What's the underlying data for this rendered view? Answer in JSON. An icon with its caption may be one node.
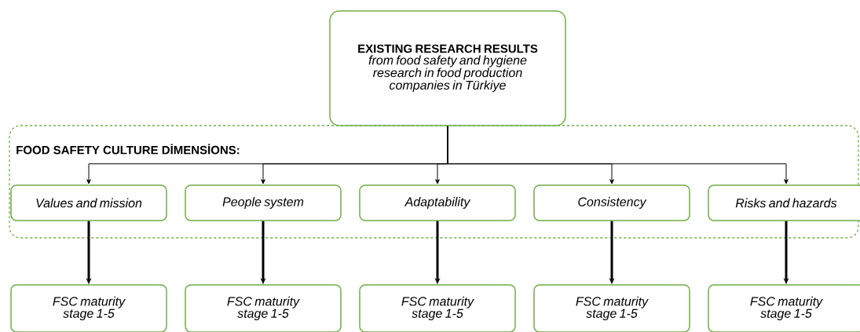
{
  "diagram": {
    "nodes": [
      {
        "text": [
          "EXISTING RESEARCH RESULTS",
          "from food safety and hygiene research in food production companies in Türkiye"
        ]
      },
      {
        "text": [
          "FOOD SAFETY CULTURE DİMENSİONS:"
        ]
      },
      {
        "text": [
          "Values and mission"
        ],
        "in": 1
      },
      {
        "text": [
          "People system"
        ],
        "in": 1
      },
      {
        "text": [
          "Adaptability"
        ],
        "in": 1
      },
      {
        "text": [
          "Consistency"
        ],
        "in": 1
      },
      {
        "text": [
          "Risks and hazards"
        ],
        "in": 1
      },
      {
        "text": [
          "FSC maturity stage 1-5"
        ]
      },
      {
        "text": [
          "FSC maturity stage 1-5"
        ]
      },
      {
        "text": [
          "FSC maturity stage 1-5"
        ]
      },
      {
        "text": [
          "FSC maturity stage 1-5"
        ]
      },
      {
        "text": [
          "FSC maturity stage 1-5"
        ]
      }
    ],
    "edges": [
      {
        "from": 0,
        "to": 2,
        "arrow": "to"
      },
      {
        "from": 0,
        "to": 3,
        "arrow": "to"
      },
      {
        "from": 0,
        "to": 4,
        "arrow": "to"
      },
      {
        "from": 0,
        "to": 5,
        "arrow": "to"
      },
      {
        "from": 0,
        "to": 6,
        "arrow": "to"
      },
      {
        "from": 2,
        "to": 7,
        "arrow": "to",
        "style": "thick"
      },
      {
        "from": 3,
        "to": 8,
        "arrow": "to",
        "style": "thick"
      },
      {
        "from": 4,
        "to": 9,
        "arrow": "to",
        "style": "thick"
      },
      {
        "from": 5,
        "to": 10,
        "arrow": "to",
        "style": "thick"
      },
      {
        "from": 6,
        "to": 11,
        "arrow": "to",
        "style": "thick"
      }
    ]
  }
}
